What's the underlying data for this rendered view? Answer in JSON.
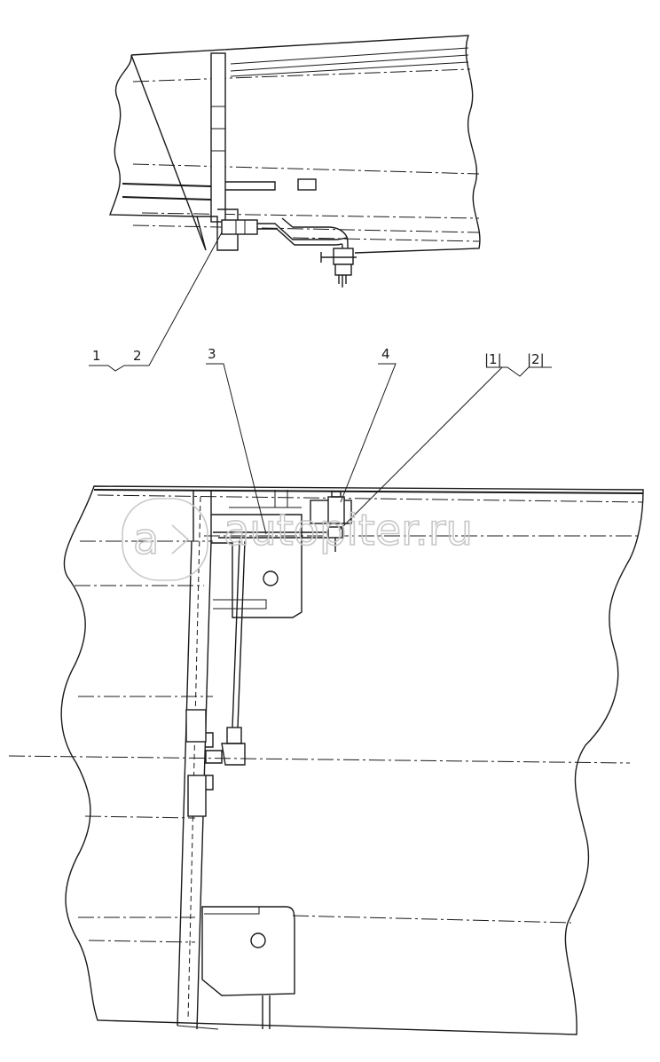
{
  "callouts": {
    "c1": "1",
    "c2": "2",
    "c3": "3",
    "c4": "4",
    "c5": "|1|",
    "c6": "|2|"
  },
  "watermark": {
    "logo": "a",
    "text": "autopiter.ru"
  },
  "colors": {
    "line": "#1a1a1a",
    "background": "#ffffff",
    "watermark": "#c8c8c8"
  }
}
